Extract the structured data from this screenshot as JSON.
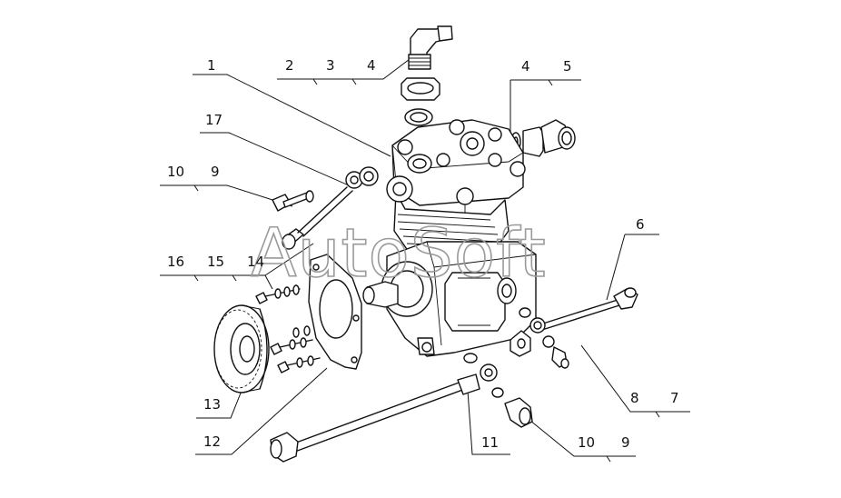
{
  "watermark": {
    "text": "AutoSoft",
    "color": "#9a9a9a"
  },
  "ink_color": "#111111",
  "callouts": {
    "c1": "1",
    "c2": "2",
    "c3": "3",
    "c4a": "4",
    "c4b": "4",
    "c5": "5",
    "c6": "6",
    "c7": "7",
    "c8": "8",
    "c9a": "9",
    "c9b": "9",
    "c10a": "10",
    "c10b": "10",
    "c11": "11",
    "c12": "12",
    "c13": "13",
    "c14": "14",
    "c15": "15",
    "c16": "16",
    "c17": "17"
  }
}
